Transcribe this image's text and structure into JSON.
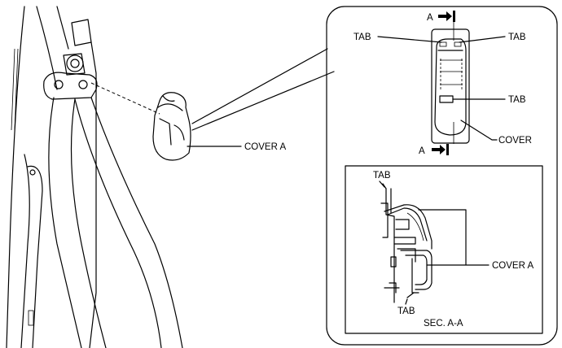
{
  "labels": {
    "cover_a_left": "COVER A",
    "a_top": "A",
    "a_bottom": "A",
    "tab_top_left": "TAB",
    "tab_top_right": "TAB",
    "tab_mid": "TAB",
    "cover": "COVER",
    "tab_sec_top": "TAB",
    "cover_a_sec": "COVER A",
    "tab_sec_bottom": "TAB",
    "sec_title": "SEC. A-A"
  },
  "icons": [
    "arrow-section-marker-icon"
  ]
}
